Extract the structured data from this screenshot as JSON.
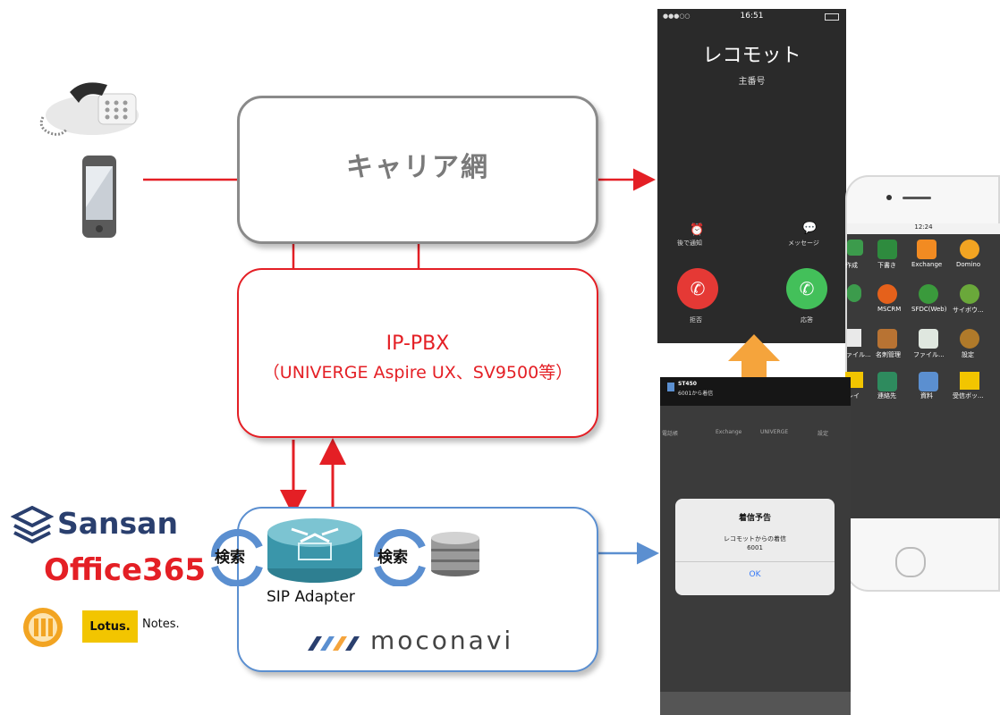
{
  "carrier": {
    "label": "キャリア網"
  },
  "pbx": {
    "title": "IP-PBX",
    "subtitle": "（UNIVERGE Aspire UX、SV9500等）"
  },
  "sip": {
    "label": "SIP Adapter",
    "search_left": "検索",
    "search_right": "検索"
  },
  "moconavi": {
    "label": "moconavi"
  },
  "brands": {
    "sansan": "Sansan",
    "office": "Office365",
    "lotus": "Lotus.",
    "notes": "Notes."
  },
  "call_screen": {
    "time": "16:51",
    "caller": "レコモット",
    "subtitle": "主番号",
    "remind": "後で通知",
    "message": "メッセージ",
    "decline": "拒否",
    "accept": "応答"
  },
  "notify_screen": {
    "header_title": "ST450",
    "header_sub": "6001から着信",
    "tabs": [
      "電話帳",
      "Exchange",
      "UNIVERGE",
      "設定"
    ],
    "dialog_title": "着信予告",
    "dialog_body": "レコモットからの着信",
    "dialog_number": "6001",
    "ok": "OK"
  },
  "home_screen": {
    "time": "12:24",
    "apps_row1": [
      "作成",
      "下書き",
      "Exchange",
      "Domino"
    ],
    "apps_row2": [
      "MSCRM",
      "SFDC(Web)",
      "サイボウ..."
    ],
    "apps_row3": [
      "ファイル...",
      "名刺管理",
      "ファイル...",
      "設定"
    ],
    "apps_row4": [
      "レイ",
      "連絡先",
      "資料",
      "受信ボッ..."
    ]
  },
  "colors": {
    "red": "#e41f25",
    "blue": "#5b8fd0",
    "gray": "#8a8a8a",
    "orange": "#f5a43c"
  }
}
